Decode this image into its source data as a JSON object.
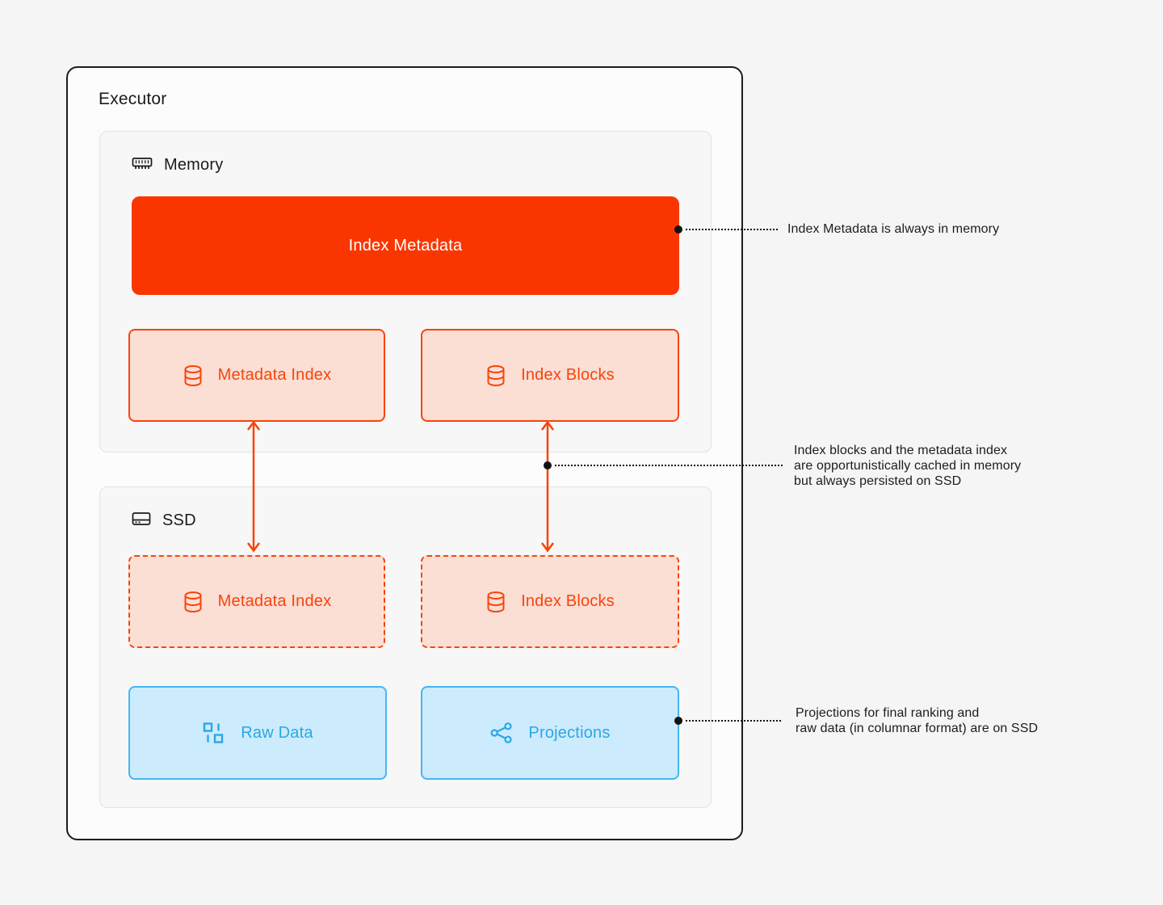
{
  "executor": {
    "title": "Executor"
  },
  "memory": {
    "title": "Memory",
    "index_metadata_label": "Index Metadata",
    "metadata_index_label": "Metadata Index",
    "index_blocks_label": "Index Blocks"
  },
  "ssd": {
    "title": "SSD",
    "metadata_index_label": "Metadata Index",
    "index_blocks_label": "Index Blocks",
    "raw_data_label": "Raw Data",
    "projections_label": "Projections"
  },
  "annotations": {
    "memory_note": {
      "lines": [
        "Index Metadata is always in memory"
      ]
    },
    "cache_note": {
      "lines": [
        "Index blocks and the metadata index",
        "are opportunistically cached in memory",
        "but always persisted on SSD"
      ]
    },
    "ssd_note": {
      "lines": [
        "Projections for final ranking and",
        "raw data (in columnar format) are on SSD"
      ]
    }
  },
  "icons": {
    "memory_icon": "ram-chip",
    "ssd_icon": "drive",
    "database_icon": "database-cylinder",
    "raw_data_icon": "binary-digits",
    "projections_icon": "share-nodes"
  },
  "colors": {
    "accent_orange": "#FA3600",
    "orange_border": "#F8440A",
    "orange_fill": "#FBDED4",
    "blue_border": "#43B7F2",
    "blue_fill": "#CCEBFC",
    "blue_text": "#2AA7E8",
    "ink": "#1A1A1A",
    "annotation": "#111111",
    "background": "#F5F5F5"
  }
}
